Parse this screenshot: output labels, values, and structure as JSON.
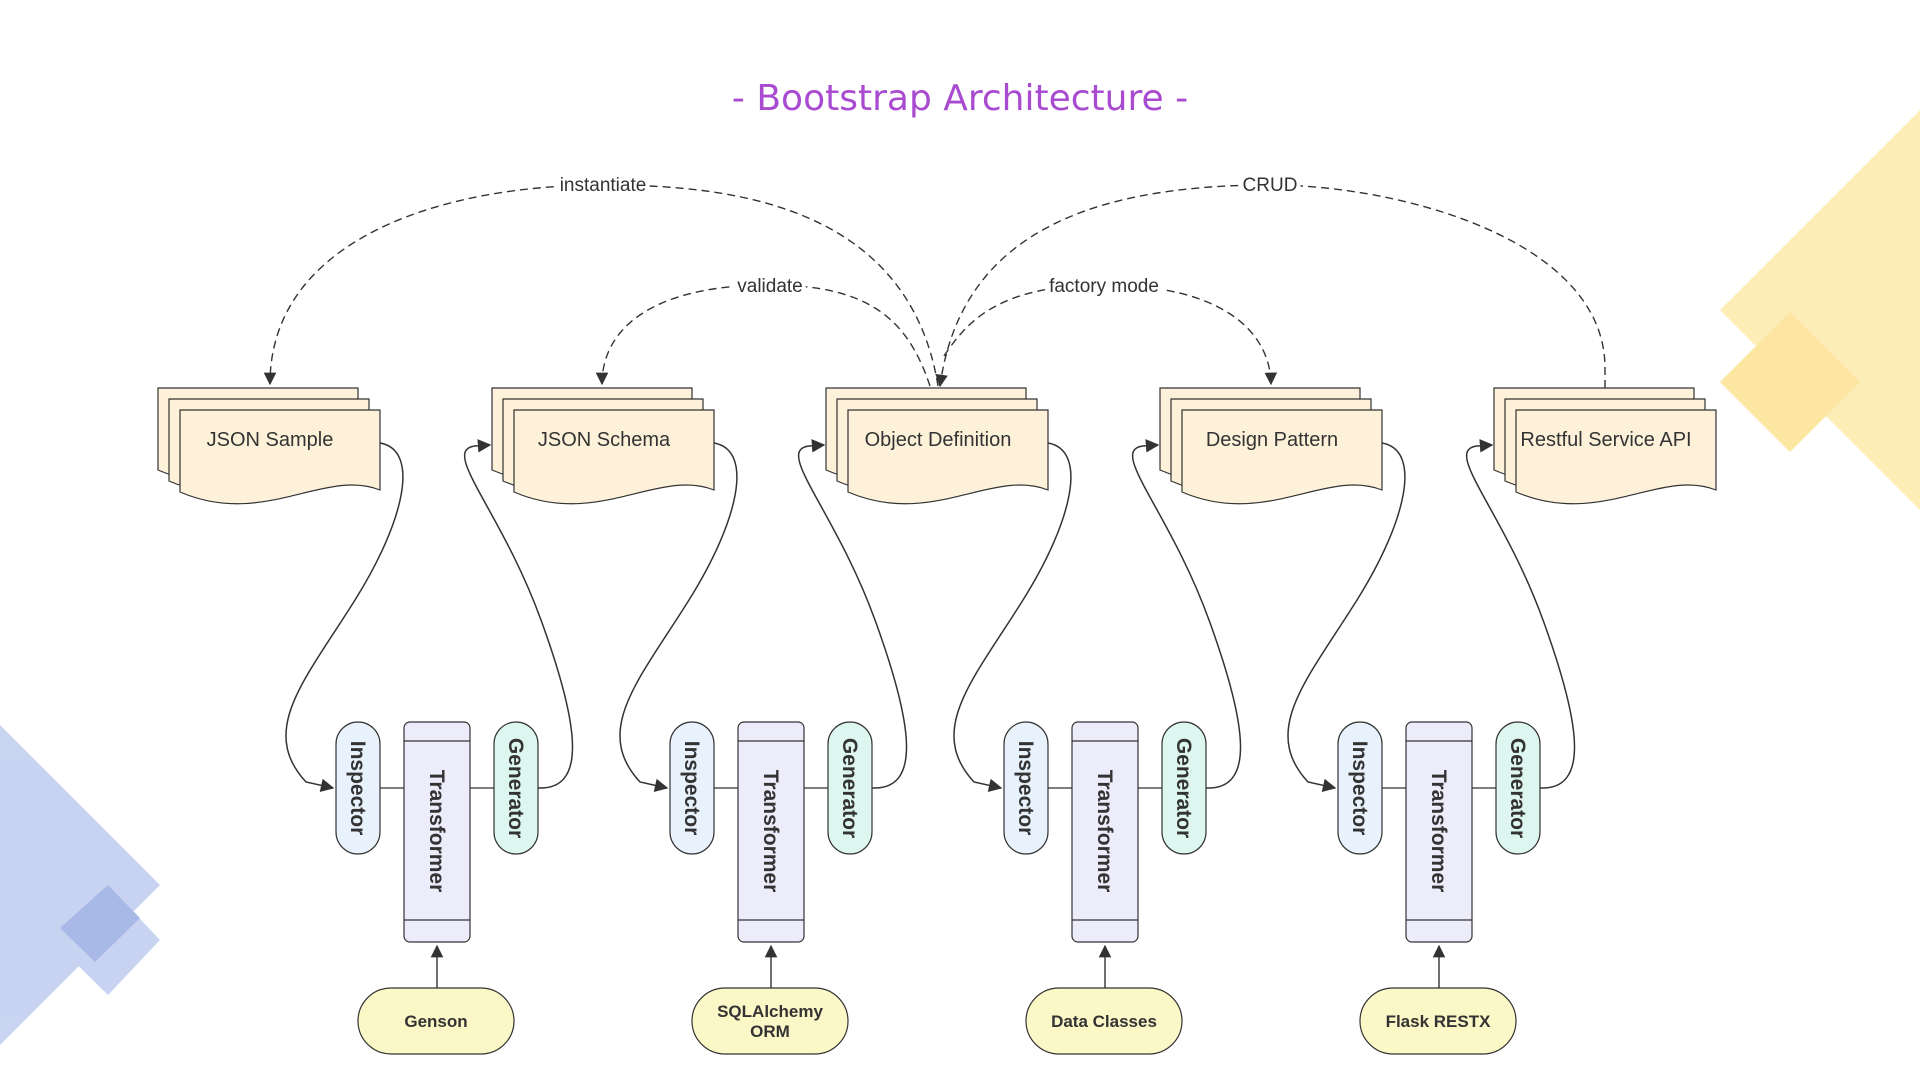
{
  "title": "- Bootstrap Architecture -",
  "colors": {
    "title": "#a94bd0",
    "document_fill": "#fdf2d9",
    "inspector_fill": "#e8f2fc",
    "transformer_fill": "#ececfb",
    "generator_fill": "#ddf7f0",
    "library_fill": "#fbf7c6",
    "deco_yellow": "#fde9a6",
    "deco_blue": "#c3cff0"
  },
  "documents": [
    {
      "label": "JSON Sample"
    },
    {
      "label": "JSON Schema"
    },
    {
      "label": "Object Definition"
    },
    {
      "label": "Design Pattern"
    },
    {
      "label": "Restful Service API"
    }
  ],
  "converters": [
    {
      "inspector": "Inspector",
      "transformer": "Transformer",
      "generator": "Generator",
      "library": [
        "Genson"
      ]
    },
    {
      "inspector": "Inspector",
      "transformer": "Transformer",
      "generator": "Generator",
      "library": [
        "SQLAlchemy",
        "ORM"
      ]
    },
    {
      "inspector": "Inspector",
      "transformer": "Transformer",
      "generator": "Generator",
      "library": [
        "Data Classes"
      ]
    },
    {
      "inspector": "Inspector",
      "transformer": "Transformer",
      "generator": "Generator",
      "library": [
        "Flask RESTX"
      ]
    }
  ],
  "edges": [
    {
      "label": "instantiate",
      "from": "Object Definition",
      "to": "JSON Sample"
    },
    {
      "label": "validate",
      "from": "Object Definition",
      "to": "JSON Schema"
    },
    {
      "label": "factory mode",
      "from": "Object Definition",
      "to": "Design Pattern"
    },
    {
      "label": "CRUD",
      "from": "Restful Service API",
      "to": "Object Definition"
    }
  ]
}
